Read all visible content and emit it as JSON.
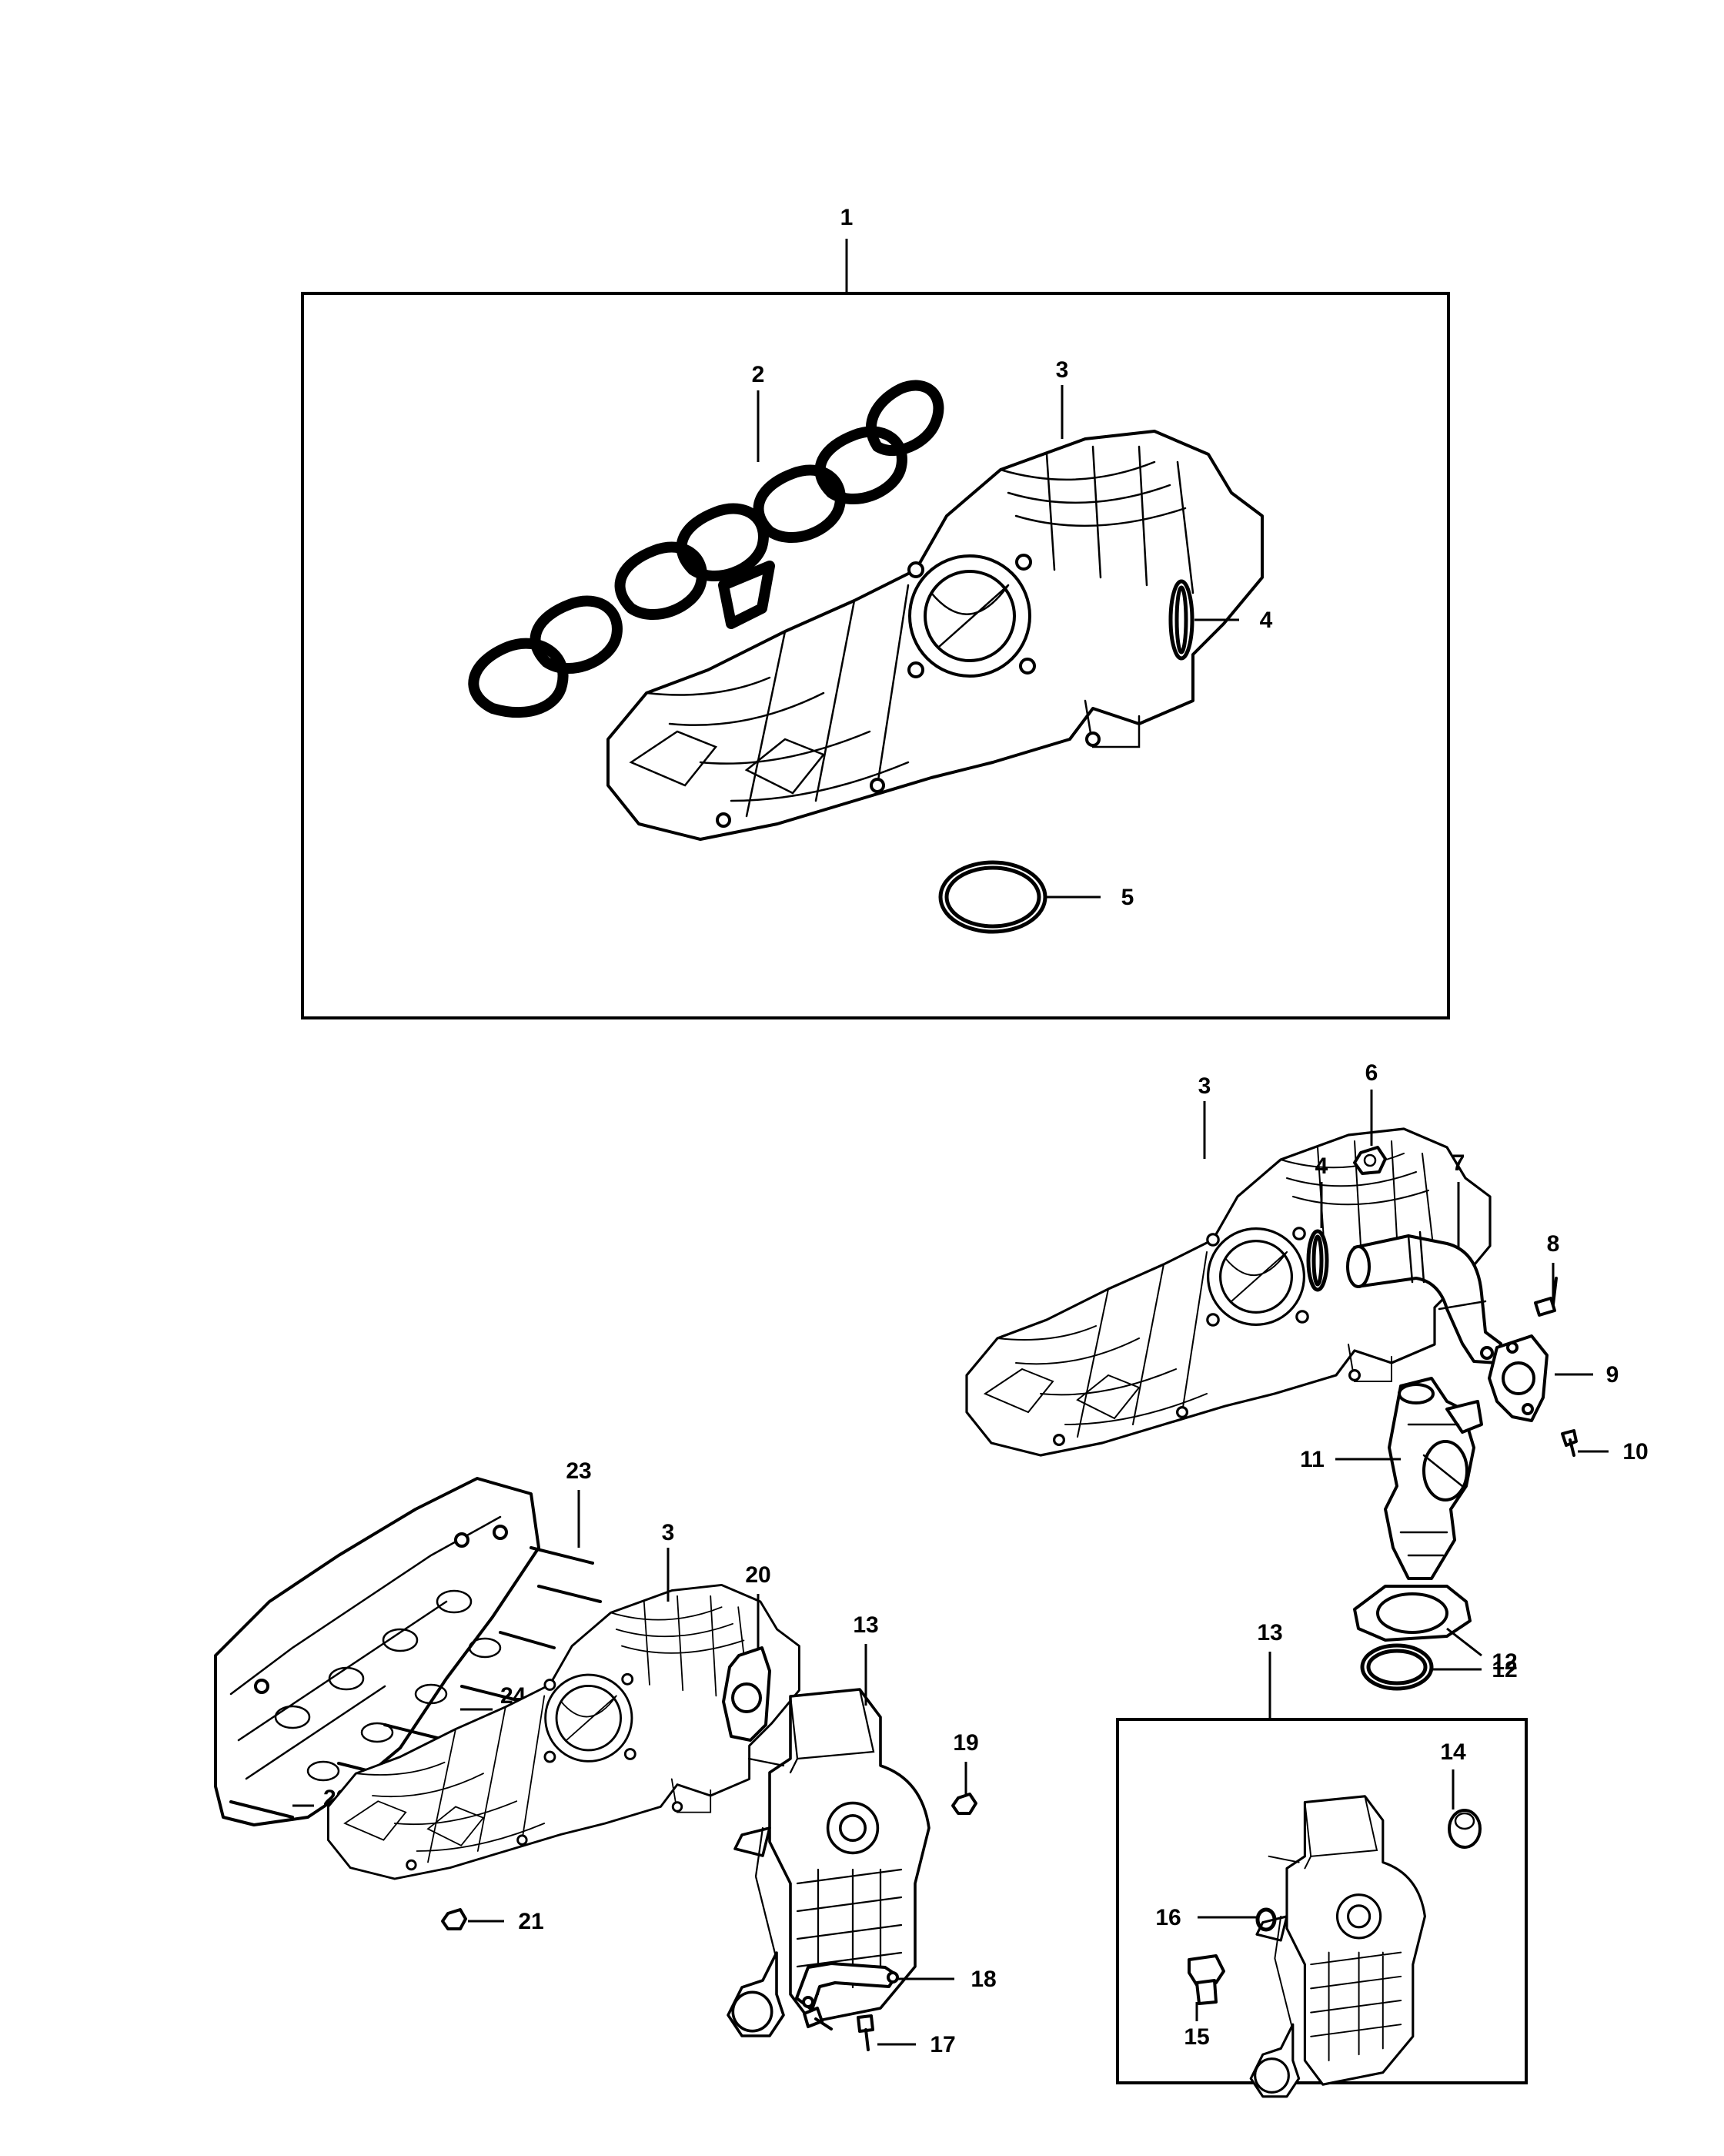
{
  "callouts": {
    "c1": "1",
    "c2": "2",
    "c3a": "3",
    "c4a": "4",
    "c5": "5",
    "c3b": "3",
    "c6": "6",
    "c4b": "4",
    "c7": "7",
    "c8": "8",
    "c9": "9",
    "c10": "10",
    "c11": "11",
    "c12a": "12",
    "c12b": "12",
    "c23": "23",
    "c3c": "3",
    "c20": "20",
    "c13a": "13",
    "c19": "19",
    "c24": "24",
    "c22": "22",
    "c21": "21",
    "c18": "18",
    "c17": "17",
    "c13b": "13",
    "c14": "14",
    "c16": "16",
    "c15": "15"
  },
  "icons": [
    "intake-manifold-icon",
    "manifold-gasket-icon",
    "o-ring-icon",
    "egr-valve-icon",
    "egr-cooler-icon",
    "cylinder-head-icon",
    "bolt-icon",
    "nut-icon",
    "stud-icon",
    "tube-icon",
    "bracket-icon",
    "plug-icon",
    "fitting-icon"
  ],
  "colors": {
    "ink": "#000000",
    "paper": "#ffffff"
  }
}
